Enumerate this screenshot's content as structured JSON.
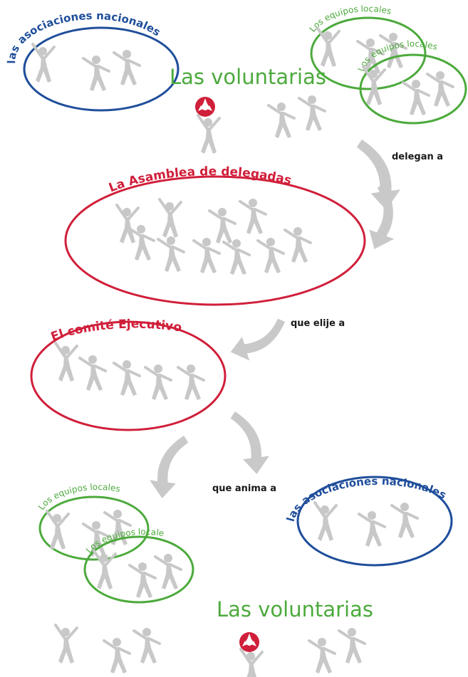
{
  "top": {
    "national_associations": "las asociaciones nacionales",
    "local_teams_1": "Los equipos locales",
    "local_teams_2": "Los equipos locales",
    "volunteers": "Las voluntarias",
    "delegate_to": "delegan a"
  },
  "assembly": {
    "title": "La Asamblea de delegadas",
    "elects": "que elije a"
  },
  "executive": {
    "title": "El comité Ejecutivo",
    "animates": "que anima a"
  },
  "bottom": {
    "local_teams_1": "Los equipos locales",
    "local_teams_2": "Los equipos locale",
    "national_associations": "las asociaciones nacionales",
    "volunteers": "Las voluntarias"
  },
  "colors": {
    "blue": "#1f4e9b",
    "green": "#4caa3c",
    "red": "#d01f3a",
    "figure_gray": "#c8c8c8",
    "arrow_gray": "#c9c9c9"
  },
  "icons": [
    "trefoil-logo-icon",
    "person-icon",
    "curved-arrow-icon"
  ]
}
